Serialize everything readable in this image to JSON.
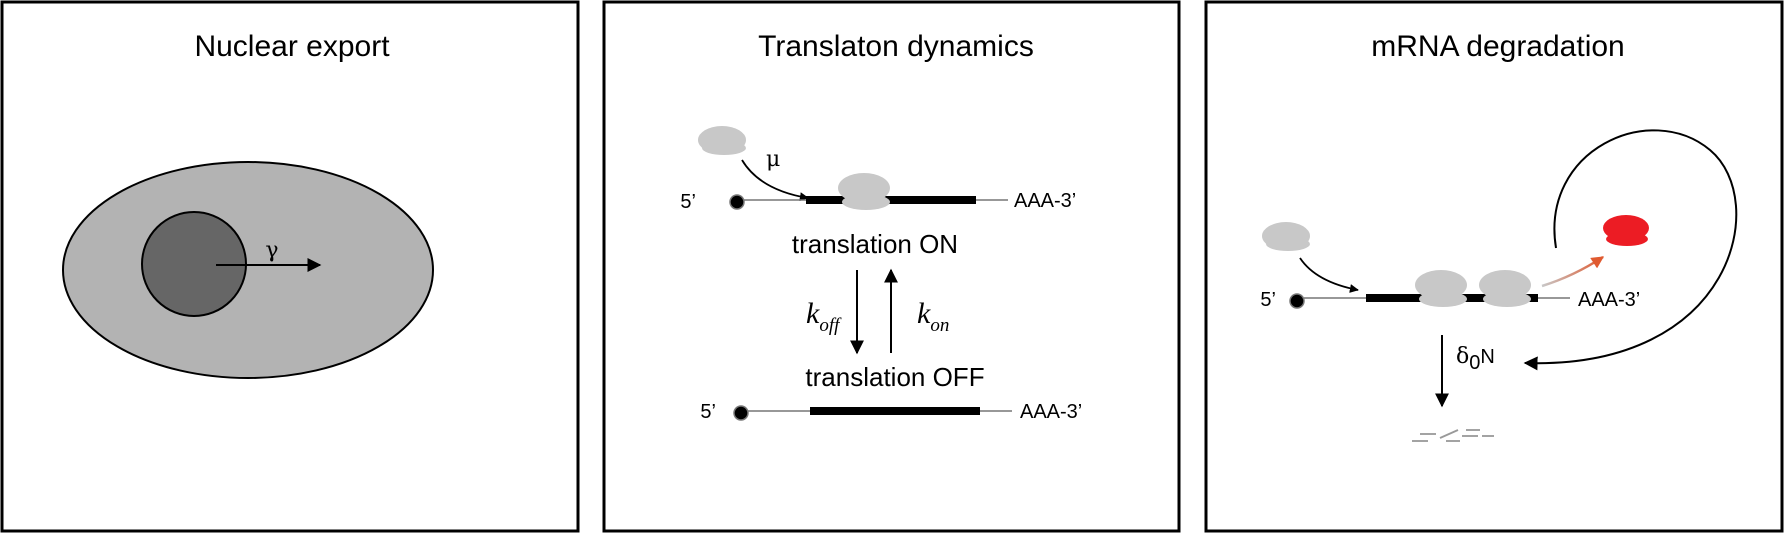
{
  "panels": [
    {
      "title": "Nuclear export",
      "gamma": "γ"
    },
    {
      "title": "Translaton dynamics",
      "mu": "μ",
      "five_prime_top": "5’",
      "three_prime_top": "AAA-3’",
      "state_on": "translation ON",
      "state_off": "translation OFF",
      "k": "k",
      "off_sub": "off",
      "on_sub": "on",
      "five_prime_bottom": "5’",
      "three_prime_bottom": "AAA-3’"
    },
    {
      "title": "mRNA degradation",
      "five_prime": "5’",
      "three_prime": "AAA-3’",
      "delta": "δ",
      "delta_sub": "0",
      "n": "N"
    }
  ],
  "colors": {
    "cytoplasm": "#b3b3b3",
    "nucleus": "#666666",
    "ribosome": "#c8c8c8",
    "ribosome_red": "#ec1c24",
    "fragments": "#999999"
  }
}
